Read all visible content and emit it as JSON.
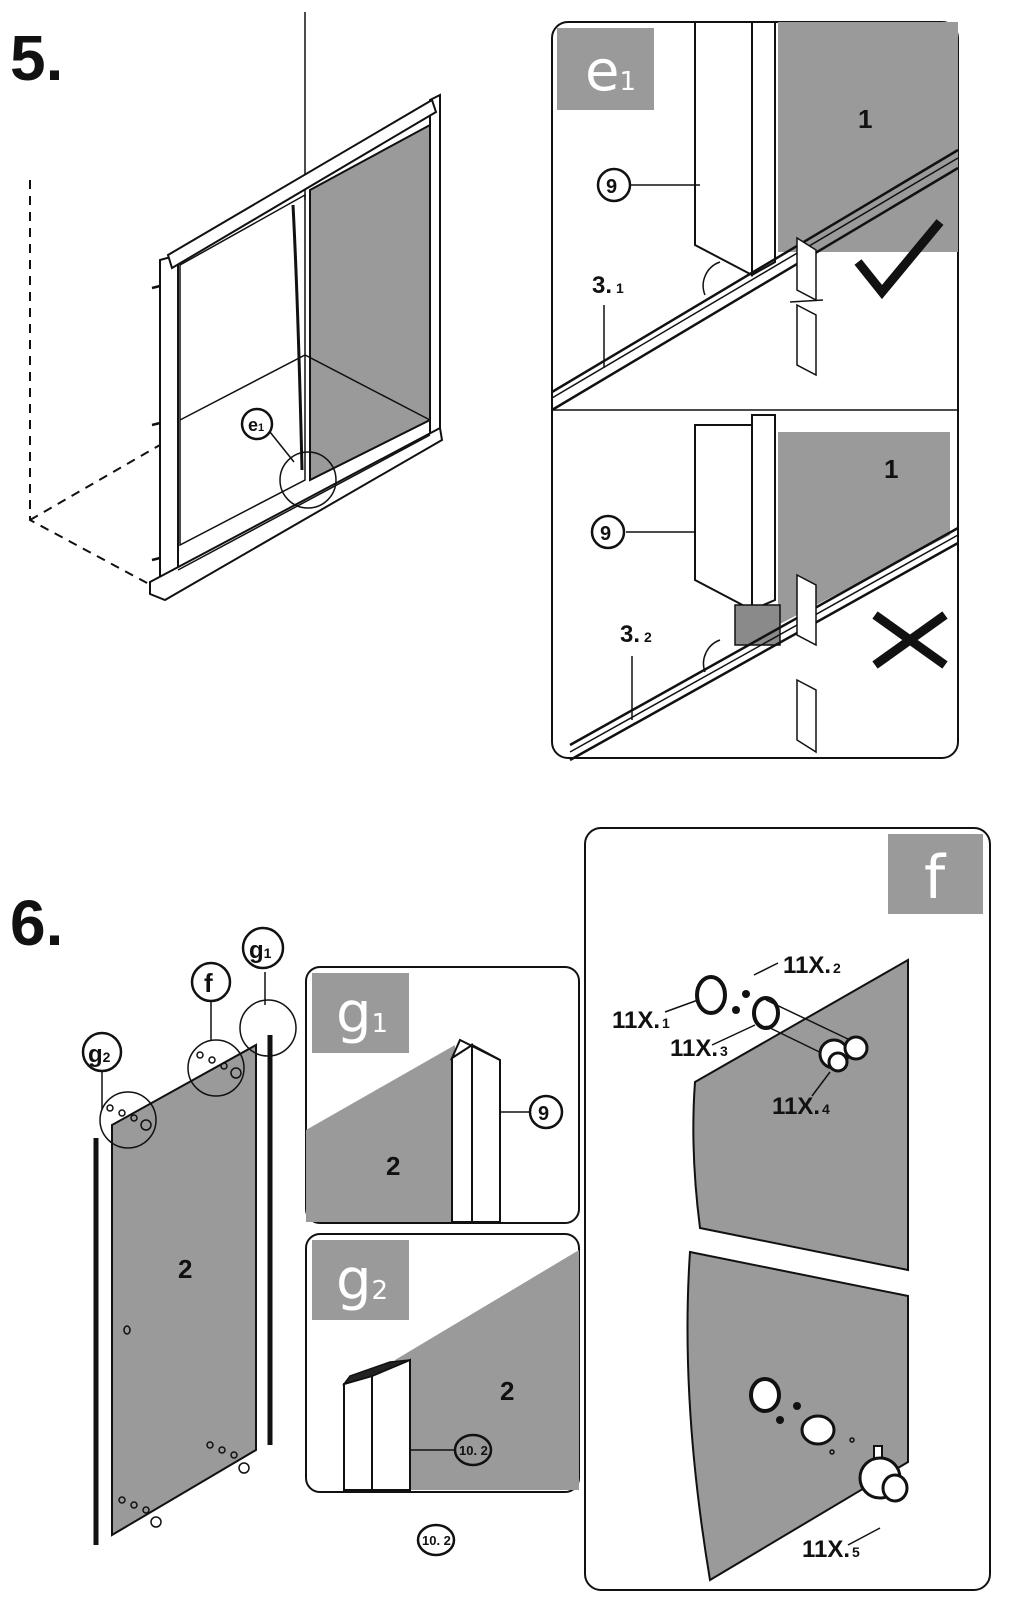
{
  "steps": {
    "step5": "5.",
    "step6": "6."
  },
  "detail_e1": {
    "badge_main": "e",
    "badge_sub": "1",
    "top": {
      "panel": "1",
      "profile": "9",
      "track_main": "3.",
      "track_sub": "1"
    },
    "bottom": {
      "panel": "1",
      "profile": "9",
      "track_main": "3.",
      "track_sub": "2"
    },
    "correct_mark": "check-mark-icon",
    "wrong_mark": "cross-mark-icon"
  },
  "callouts": {
    "e1_main": "e",
    "e1_sub": "1",
    "f": "f",
    "g1_main": "g",
    "g1_sub": "1",
    "g2_main": "g",
    "g2_sub": "2"
  },
  "step6_panel": {
    "label": "2"
  },
  "detail_g1": {
    "badge_main": "g",
    "badge_sub": "1",
    "panel": "2",
    "profile": "9"
  },
  "detail_g2": {
    "badge_main": "g",
    "badge_sub": "2",
    "panel": "2",
    "profile": "10. 2",
    "profile_below": "10. 2"
  },
  "detail_f": {
    "badge": "f",
    "parts": [
      {
        "main": "11X.",
        "sub": "1"
      },
      {
        "main": "11X.",
        "sub": "2"
      },
      {
        "main": "11X.",
        "sub": "3"
      },
      {
        "main": "11X.",
        "sub": "4"
      },
      {
        "main": "11X.",
        "sub": "5"
      }
    ]
  },
  "colors": {
    "glass": "#9a9a9a",
    "badge_bg": "#9a9a9a",
    "line": "#111111"
  }
}
